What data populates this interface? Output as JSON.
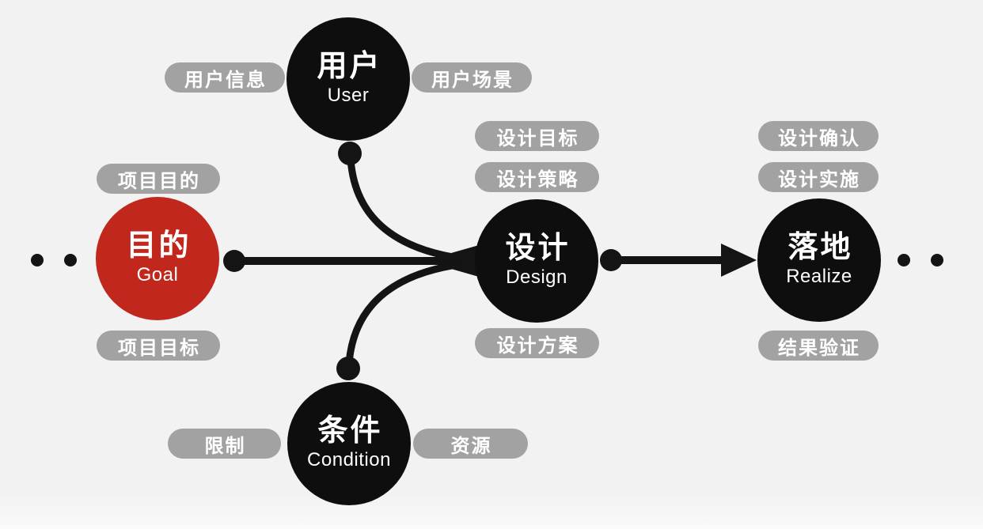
{
  "diagram": {
    "nodes": {
      "goal": {
        "title": "目的",
        "subtitle": "Goal"
      },
      "user": {
        "title": "用户",
        "subtitle": "User"
      },
      "design": {
        "title": "设计",
        "subtitle": "Design"
      },
      "realize": {
        "title": "落地",
        "subtitle": "Realize"
      },
      "condition": {
        "title": "条件",
        "subtitle": "Condition"
      }
    },
    "labels": {
      "goal_top": "项目目的",
      "goal_bottom": "项目目标",
      "user_left": "用户信息",
      "user_right": "用户场景",
      "design_top1": "设计目标",
      "design_top2": "设计策略",
      "design_bottom": "设计方案",
      "realize_top1": "设计确认",
      "realize_top2": "设计实施",
      "realize_bottom": "结果验证",
      "condition_left": "限制",
      "condition_right": "资源"
    },
    "colors": {
      "bg": "#f2f2f3",
      "accent": "#c1271c",
      "node": "#0e0e0e",
      "pill": "#a2a2a3",
      "ink": "#141414",
      "text": "#ffffff"
    }
  }
}
